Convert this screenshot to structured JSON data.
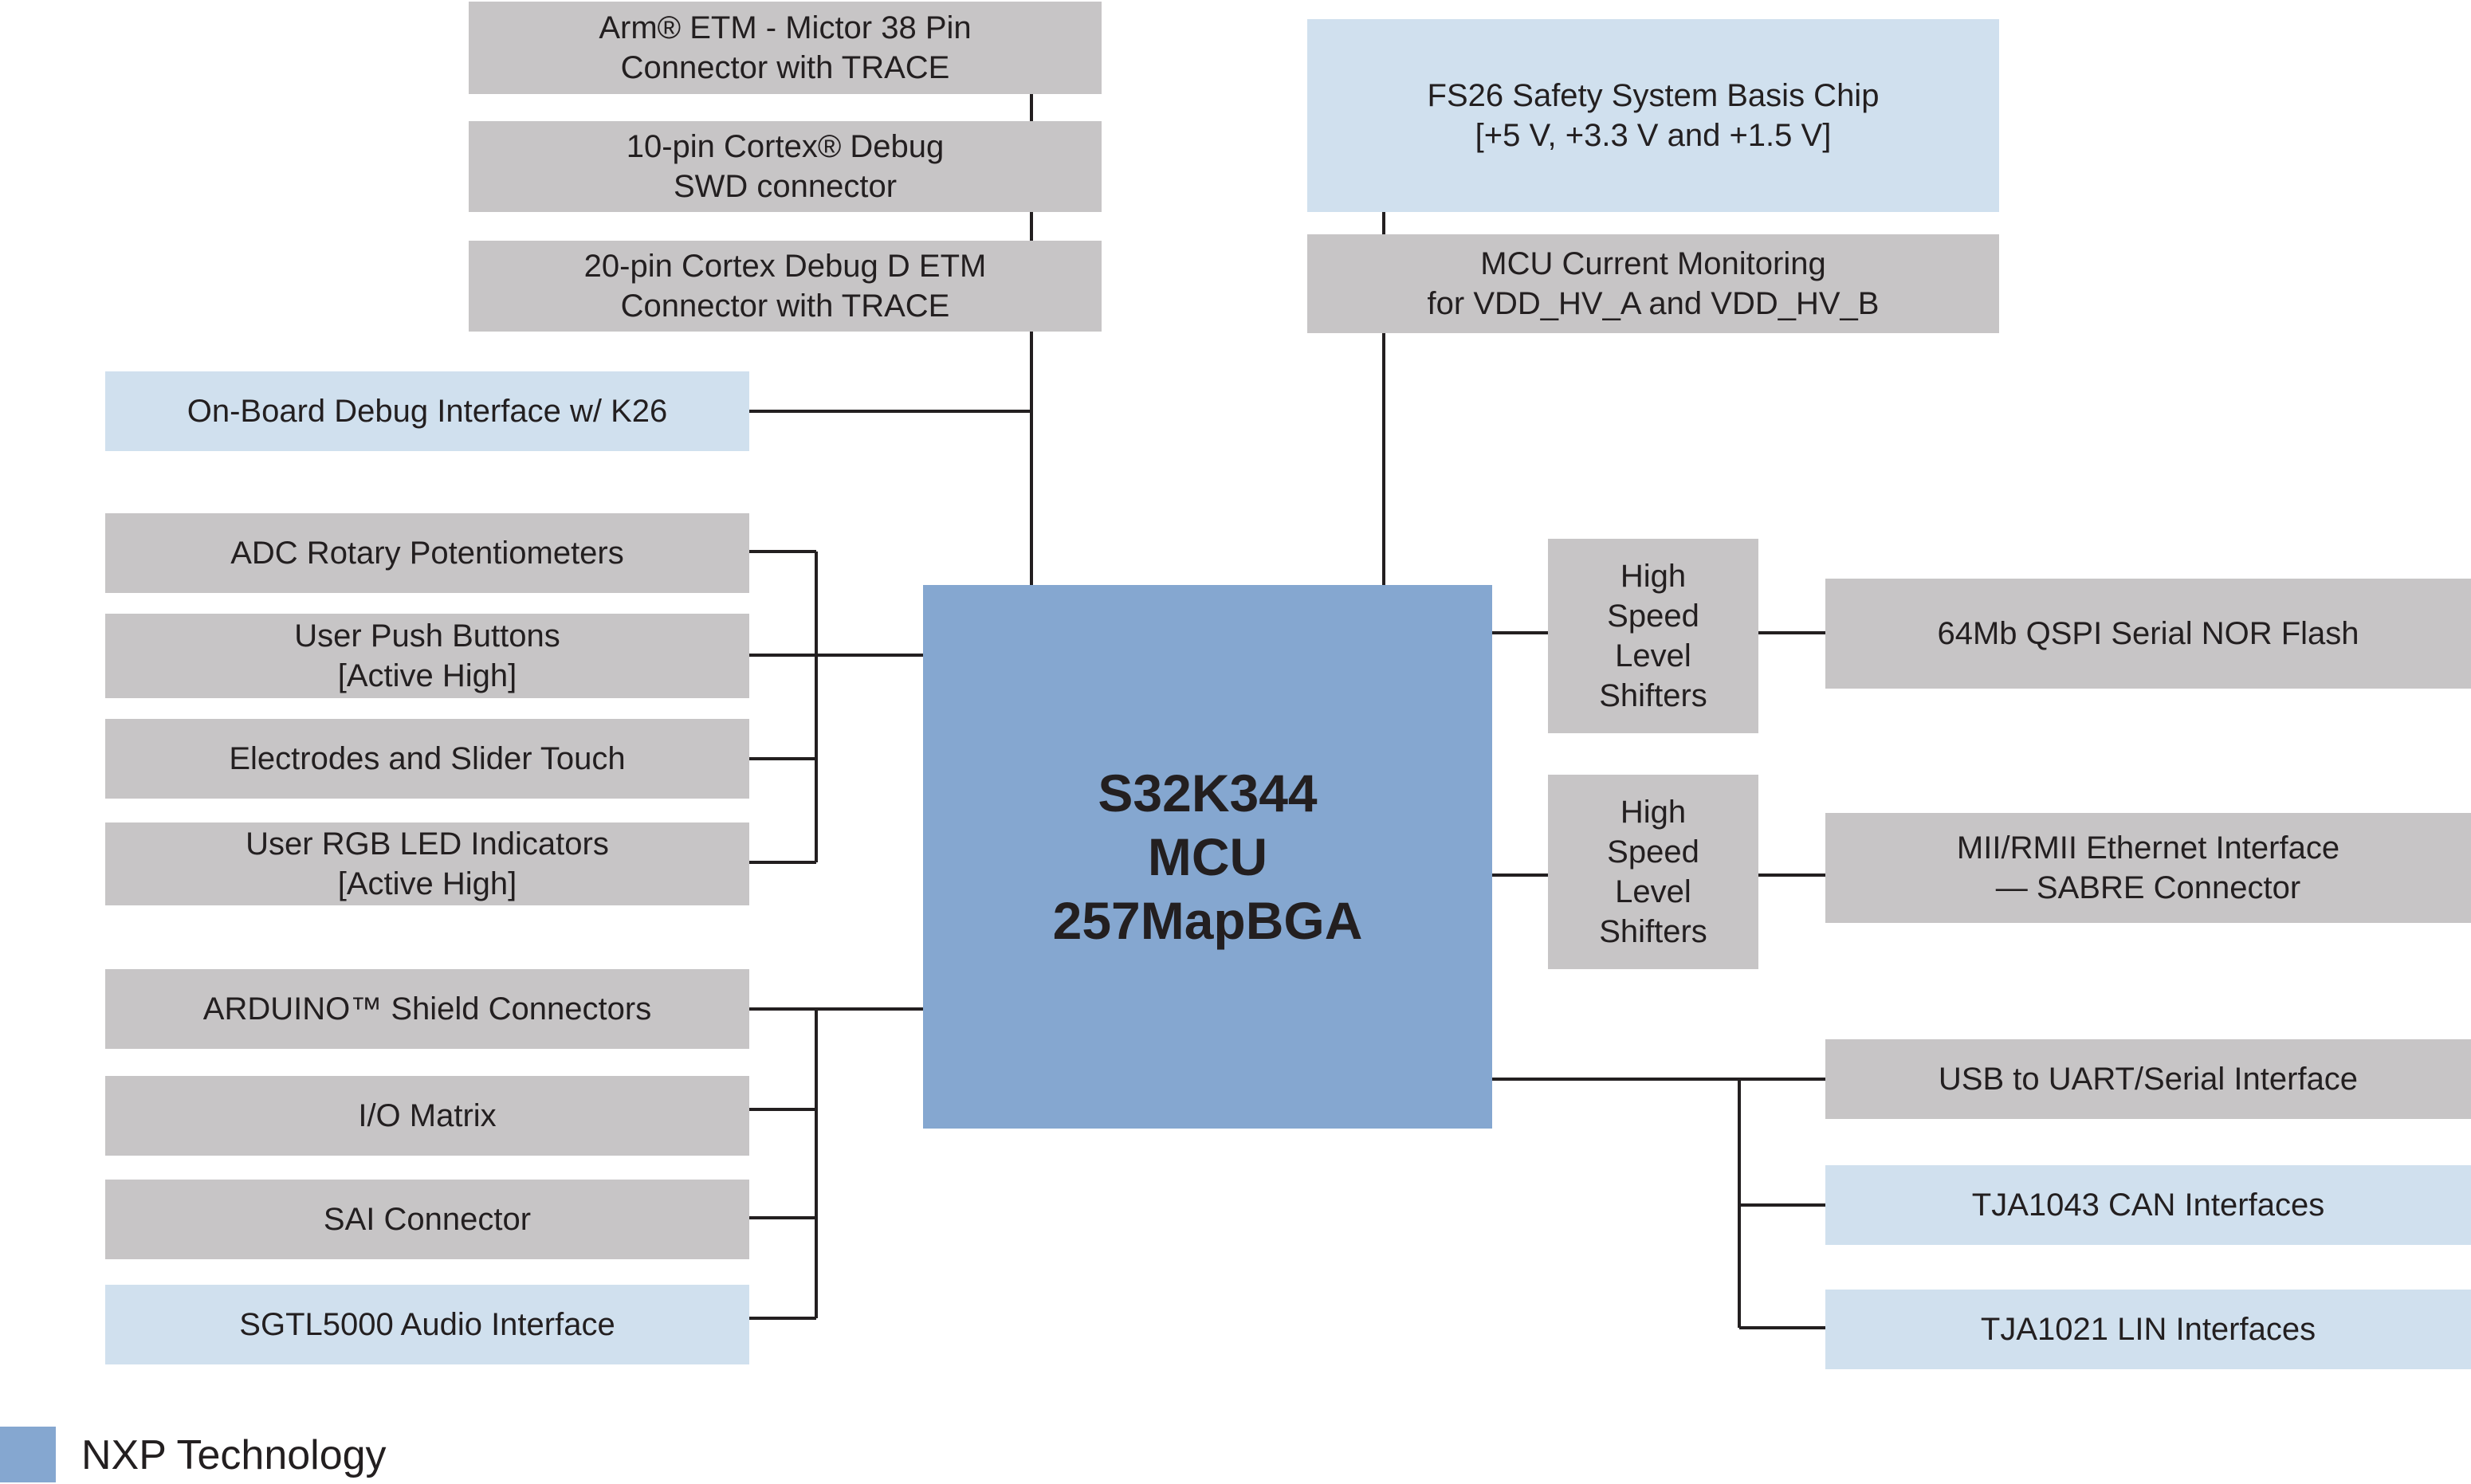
{
  "mcu": {
    "line1": "S32K344",
    "line2": "MCU",
    "line3": "257MapBGA"
  },
  "debug": {
    "etm_mictor": "Arm® ETM - Mictor 38 Pin\nConnector with TRACE",
    "cortex_10pin": "10-pin Cortex® Debug\nSWD connector",
    "cortex_20pin": "20-pin Cortex Debug D ETM\nConnector with TRACE",
    "onboard": "On-Board Debug Interface w/ K26"
  },
  "power": {
    "fs26": "FS26 Safety System Basis Chip\n[+5 V, +3.3 V and +1.5 V]",
    "current_monitor": "MCU Current Monitoring\nfor VDD_HV_A and VDD_HV_B"
  },
  "user_io": {
    "adc": "ADC Rotary Potentiometers",
    "push_buttons": "User Push Buttons\n[Active High]",
    "touch": "Electrodes and Slider Touch",
    "rgb_led": "User RGB LED Indicators\n[Active High]"
  },
  "expansion": {
    "arduino": "ARDUINO™ Shield Connectors",
    "io_matrix": "I/O Matrix",
    "sai": "SAI Connector",
    "audio": "SGTL5000 Audio Interface"
  },
  "level_shifters": {
    "top": "High\nSpeed\nLevel\nShifters",
    "bottom": "High\nSpeed\nLevel\nShifters"
  },
  "peripherals": {
    "qspi": "64Mb QSPI Serial NOR Flash",
    "ethernet": "MII/RMII Ethernet Interface\n— SABRE Connector",
    "usb_uart": "USB to UART/Serial Interface",
    "can": "TJA1043 CAN Interfaces",
    "lin": "TJA1021 LIN Interfaces"
  },
  "legend": {
    "label": "NXP Technology",
    "color": "#85a7d0"
  },
  "colors": {
    "gray_block": "#c7c5c6",
    "light_blue_block": "#d0e0ee",
    "wire": "#231f20"
  }
}
